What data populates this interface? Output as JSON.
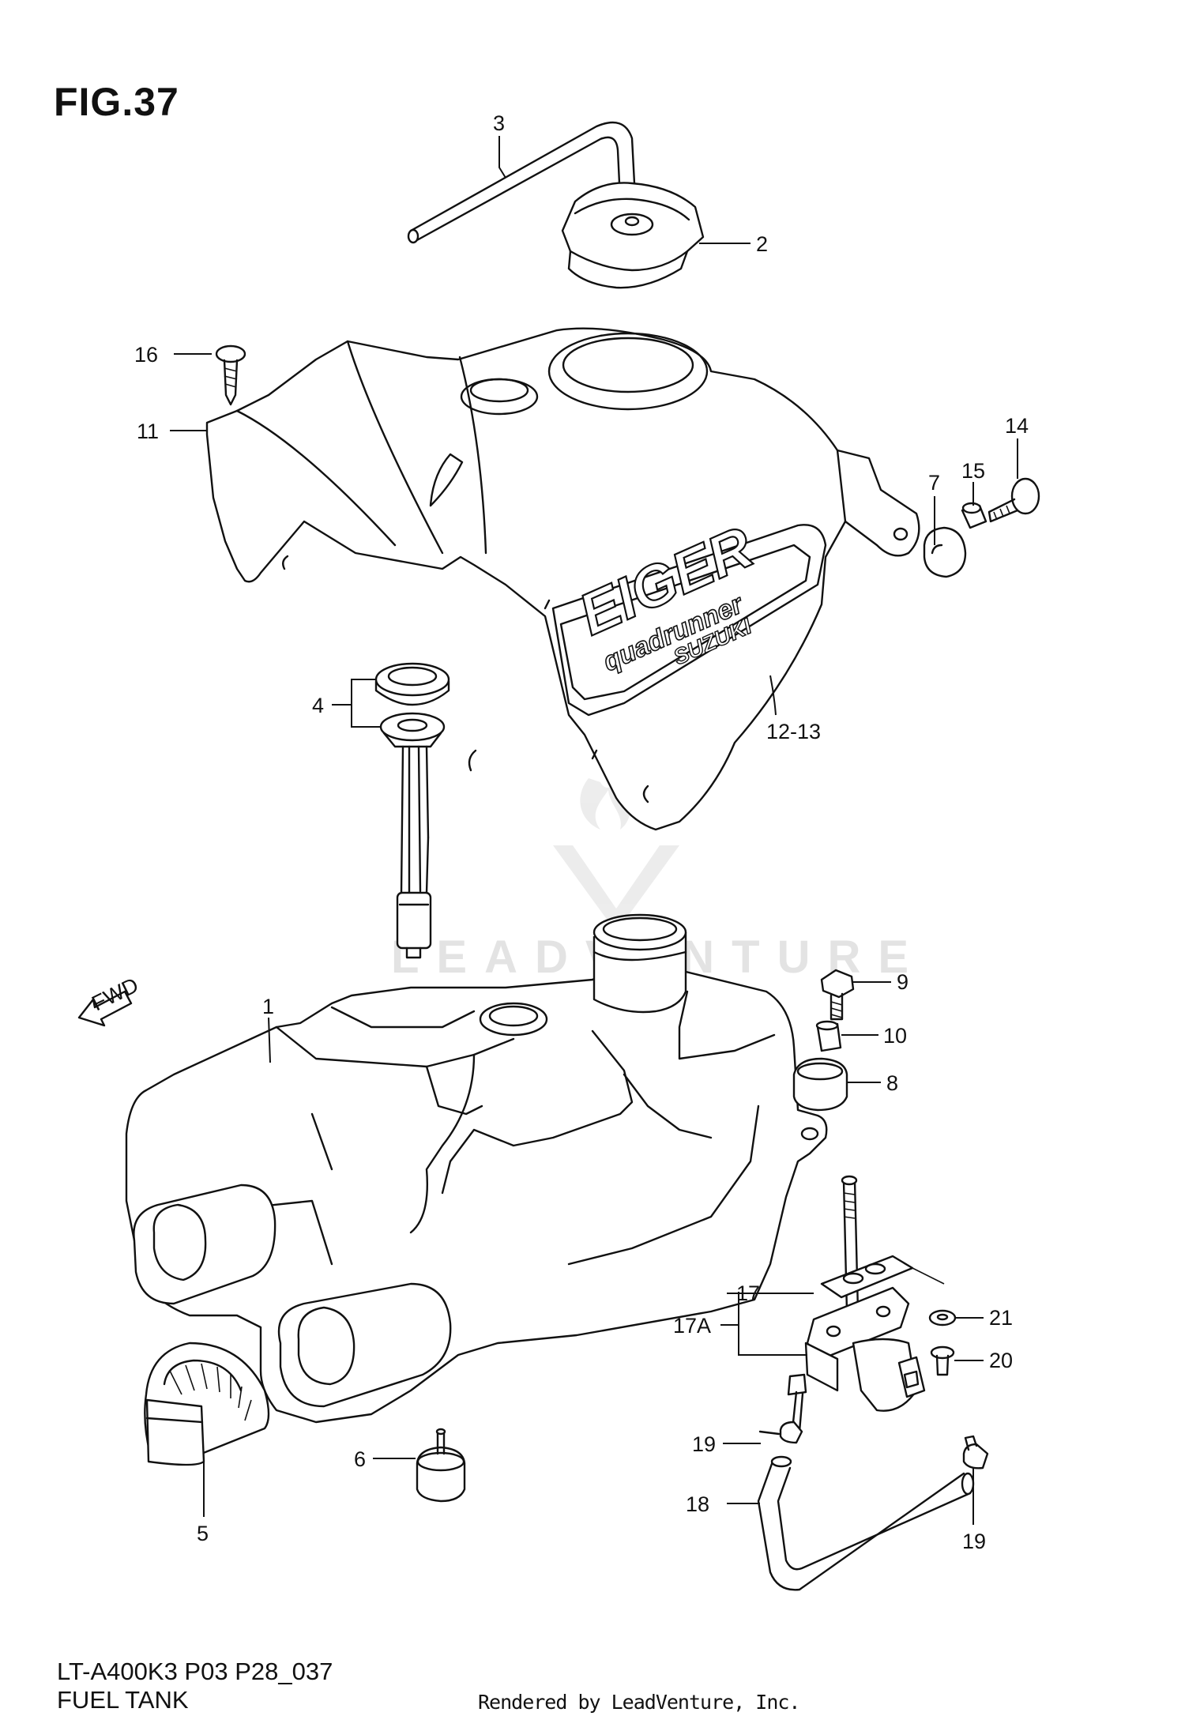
{
  "figure": {
    "title": "FIG.37",
    "code": "LT-A400K3 P03 P28_037",
    "name": "FUEL TANK",
    "rendered_by": "Rendered by LeadVenture, Inc.",
    "watermark": "LEADVENTURE"
  },
  "fwd_label": "FWD",
  "tank_cover_logo": {
    "brand": "EIGER",
    "sub": "quadrunner",
    "maker": "SUZUKI"
  },
  "callouts": [
    {
      "id": "1",
      "label": "1"
    },
    {
      "id": "2",
      "label": "2"
    },
    {
      "id": "3",
      "label": "3"
    },
    {
      "id": "4",
      "label": "4"
    },
    {
      "id": "5",
      "label": "5"
    },
    {
      "id": "6",
      "label": "6"
    },
    {
      "id": "7",
      "label": "7"
    },
    {
      "id": "8",
      "label": "8"
    },
    {
      "id": "9",
      "label": "9"
    },
    {
      "id": "10",
      "label": "10"
    },
    {
      "id": "11",
      "label": "11"
    },
    {
      "id": "12-13",
      "label": "12-13"
    },
    {
      "id": "14",
      "label": "14"
    },
    {
      "id": "15",
      "label": "15"
    },
    {
      "id": "16",
      "label": "16"
    },
    {
      "id": "17",
      "label": "17"
    },
    {
      "id": "17A",
      "label": "17A"
    },
    {
      "id": "18",
      "label": "18"
    },
    {
      "id": "19a",
      "label": "19"
    },
    {
      "id": "19b",
      "label": "19"
    },
    {
      "id": "20",
      "label": "20"
    },
    {
      "id": "21",
      "label": "21"
    }
  ]
}
